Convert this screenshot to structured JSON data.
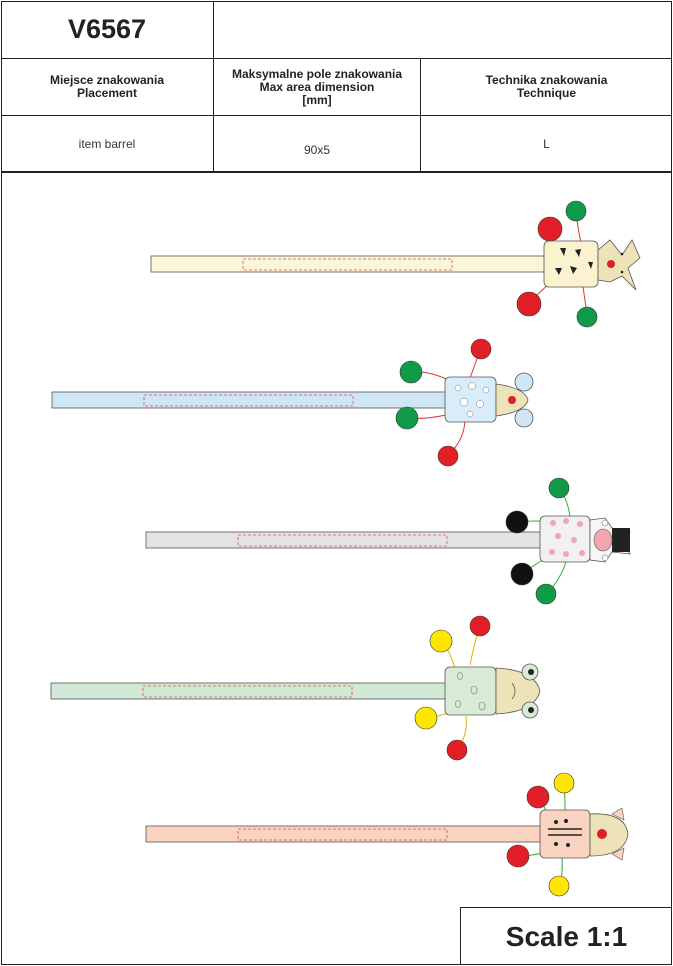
{
  "product": {
    "code": "V6567"
  },
  "spec_table": {
    "placement_header": "Miejsce znakowania\nPlacement",
    "max_area_header": "Maksymalne pole znakowania\nMax area dimension\n[mm]",
    "technique_header": "Technika znakowania\nTechnique",
    "placement_value": "item barrel",
    "max_area_value": "90x5",
    "technique_value": "L"
  },
  "drawing": {
    "pencils": [
      {
        "name": "cat",
        "barrel_color": "#fbf6d8"
      },
      {
        "name": "mouse",
        "barrel_color": "#cfe6f6"
      },
      {
        "name": "cow",
        "barrel_color": "#e4e4e4"
      },
      {
        "name": "frog",
        "barrel_color": "#d2e8d6"
      },
      {
        "name": "pig",
        "barrel_color": "#fbd3c1"
      }
    ],
    "marking_area_color": "#e05050"
  },
  "footer": {
    "scale": "Scale 1:1"
  }
}
